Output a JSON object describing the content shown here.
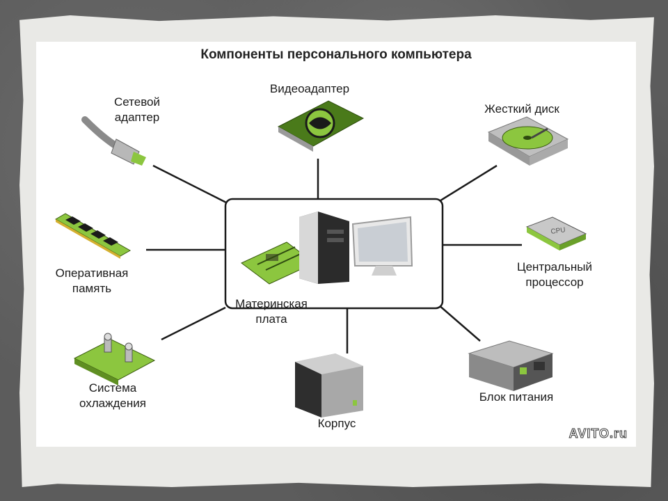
{
  "title": "Компоненты персонального компьютера",
  "center": {
    "label": "Материнская\nплата"
  },
  "components": {
    "network_adapter": "Сетевой\nадаптер",
    "video_adapter": "Видеоадаптер",
    "hard_disk": "Жесткий диск",
    "ram": "Оперативная\nпамять",
    "cpu": "Центральный\nпроцессор",
    "cooling": "Система\nохлаждения",
    "case": "Корпус",
    "power_supply": "Блок питания"
  },
  "watermark": "AVITO.ru",
  "colors": {
    "accent": "#8cc63f",
    "line": "#1a1a1a"
  }
}
